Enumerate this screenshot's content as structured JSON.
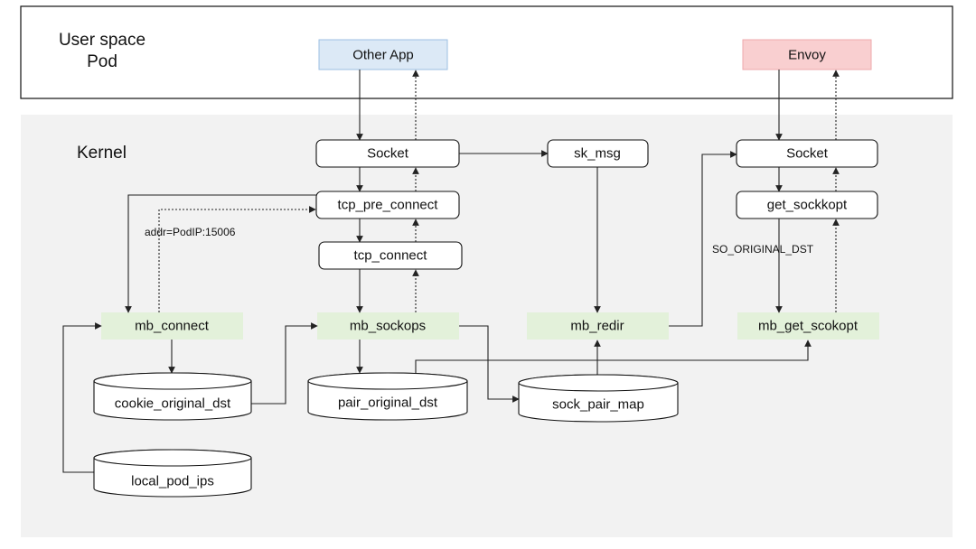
{
  "user_space": {
    "line1": "User space",
    "line2": "Pod"
  },
  "kernel": {
    "label": "Kernel"
  },
  "apps": {
    "other_app": "Other App",
    "envoy": "Envoy"
  },
  "nodes": {
    "socket_left": "Socket",
    "tcp_pre_connect": "tcp_pre_connect",
    "tcp_connect": "tcp_connect",
    "sk_msg": "sk_msg",
    "socket_right": "Socket",
    "get_sockkopt": "get_sockkopt",
    "mb_connect": "mb_connect",
    "mb_sockops": "mb_sockops",
    "mb_redir": "mb_redir",
    "mb_get_scokopt": "mb_get_scokopt"
  },
  "maps": {
    "cookie_original_dst": "cookie_original_dst",
    "pair_original_dst": "pair_original_dst",
    "sock_pair_map": "sock_pair_map",
    "local_pod_ips": "local_pod_ips"
  },
  "annotations": {
    "addr": "addr=PodIP:15006",
    "so_original_dst": "SO_ORIGINAL_DST"
  },
  "colors": {
    "other_app_fill": "#dce9f6",
    "other_app_stroke": "#9dbfe3",
    "envoy_fill": "#f9cfd0",
    "envoy_stroke": "#eeaaac",
    "ebpf_fill": "#e3f1da",
    "kernel_bg": "#f2f2f2"
  }
}
